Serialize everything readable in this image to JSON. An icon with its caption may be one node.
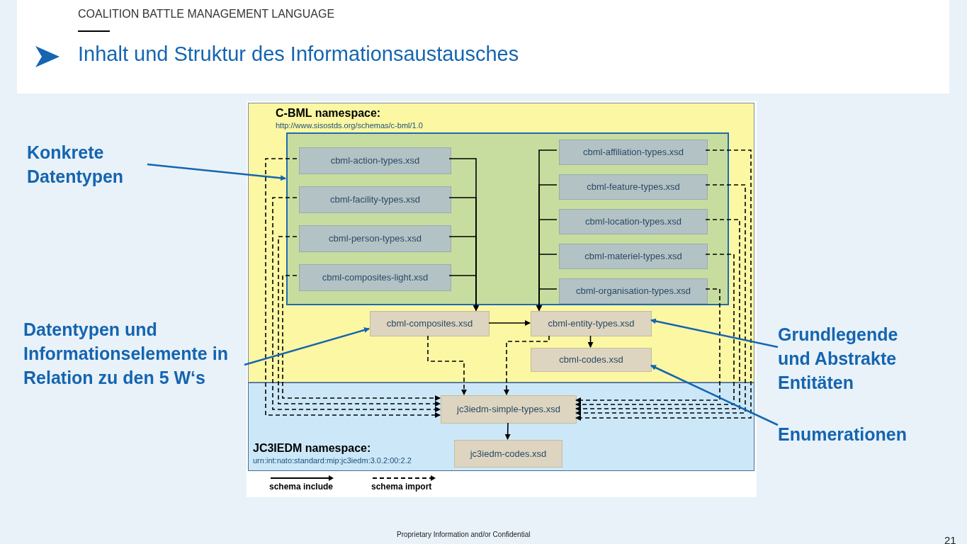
{
  "diagram": {
    "title": "Inhalt und Struktur des Informationsaustausches",
    "nodes": [
      {
        "text": [
          "C-BML namespace:",
          "http://www.sisostds.org/schemas/c-bml/1.0"
        ]
      },
      {
        "text": [],
        "shape": "box",
        "in": 0
      },
      {
        "text": [
          "cbml-action-types.xsd"
        ],
        "in": 1
      },
      {
        "text": [
          "cbml-facility-types.xsd"
        ],
        "in": 1
      },
      {
        "text": [
          "cbml-person-types.xsd"
        ],
        "in": 1
      },
      {
        "text": [
          "cbml-composites-light.xsd"
        ],
        "in": 1
      },
      {
        "text": [
          "cbml-affiliation-types.xsd"
        ],
        "in": 1
      },
      {
        "text": [
          "cbml-feature-types.xsd"
        ],
        "in": 1
      },
      {
        "text": [
          "cbml-location-types.xsd"
        ],
        "in": 1
      },
      {
        "text": [
          "cbml-materiel-types.xsd"
        ],
        "in": 1
      },
      {
        "text": [
          "cbml-organisation-types.xsd"
        ],
        "in": 1
      },
      {
        "text": [
          "cbml-composites.xsd"
        ],
        "in": 0
      },
      {
        "text": [
          "cbml-entity-types.xsd"
        ],
        "in": 0
      },
      {
        "text": [
          "cbml-codes.xsd"
        ],
        "in": 0
      },
      {
        "text": [
          "JC3IEDM namespace:",
          "urn:int:nato:standard:mip:jc3iedm:3.0.2:00:2.2"
        ]
      },
      {
        "text": [
          "jc3iedm-simple-types.xsd"
        ],
        "in": 14
      },
      {
        "text": [
          "jc3iedm-codes.xsd"
        ],
        "in": 14
      },
      {
        "text": [
          "Konkrete Datentypen"
        ]
      },
      {
        "text": [
          "Datentypen und Informationselemente in Relation zu den 5 W‘s"
        ]
      },
      {
        "text": [
          "Grundlegende und Abstrakte Entitäten"
        ]
      },
      {
        "text": [
          "Enumerationen"
        ]
      }
    ],
    "edges": [
      {
        "from": 2,
        "to": 11,
        "arrow": "to"
      },
      {
        "from": 3,
        "to": 11,
        "arrow": "to"
      },
      {
        "from": 4,
        "to": 11,
        "arrow": "to"
      },
      {
        "from": 5,
        "to": 11,
        "arrow": "to"
      },
      {
        "from": 6,
        "to": 12,
        "arrow": "to"
      },
      {
        "from": 7,
        "to": 12,
        "arrow": "to"
      },
      {
        "from": 8,
        "to": 12,
        "arrow": "to"
      },
      {
        "from": 9,
        "to": 12,
        "arrow": "to"
      },
      {
        "from": 10,
        "to": 12,
        "arrow": "to"
      },
      {
        "from": 11,
        "to": 12,
        "arrow": "to"
      },
      {
        "from": 12,
        "to": 13,
        "arrow": "to"
      },
      {
        "from": 11,
        "to": 15,
        "arrow": "to",
        "style": "dashed"
      },
      {
        "from": 12,
        "to": 15,
        "arrow": "to",
        "style": "dashed"
      },
      {
        "from": 15,
        "to": 16,
        "arrow": "to"
      },
      {
        "from": 2,
        "to": 15,
        "arrow": "to",
        "style": "dashed"
      },
      {
        "from": 3,
        "to": 15,
        "arrow": "to",
        "style": "dashed"
      },
      {
        "from": 4,
        "to": 15,
        "arrow": "to",
        "style": "dashed"
      },
      {
        "from": 5,
        "to": 15,
        "arrow": "to",
        "style": "dashed"
      },
      {
        "from": 6,
        "to": 15,
        "arrow": "to",
        "style": "dashed"
      },
      {
        "from": 7,
        "to": 15,
        "arrow": "to",
        "style": "dashed"
      },
      {
        "from": 8,
        "to": 15,
        "arrow": "to",
        "style": "dashed"
      },
      {
        "from": 9,
        "to": 15,
        "arrow": "to",
        "style": "dashed"
      },
      {
        "from": 10,
        "to": 15,
        "arrow": "to",
        "style": "dashed"
      },
      {
        "from": 17,
        "to": 1,
        "arrow": "to",
        "color": "#1565b0"
      },
      {
        "from": 18,
        "to": 11,
        "arrow": "to",
        "color": "#1565b0"
      },
      {
        "from": 19,
        "to": 12,
        "arrow": "to",
        "color": "#1565b0"
      },
      {
        "from": 20,
        "to": 13,
        "arrow": "to",
        "color": "#1565b0"
      }
    ],
    "labels": [
      "COALITION BATTLE MANAGEMENT LANGUAGE",
      "Proprietary Information and/or Confidential",
      "21"
    ],
    "legend": [
      {
        "text": "schema include"
      },
      {
        "text": "schema import"
      }
    ]
  }
}
